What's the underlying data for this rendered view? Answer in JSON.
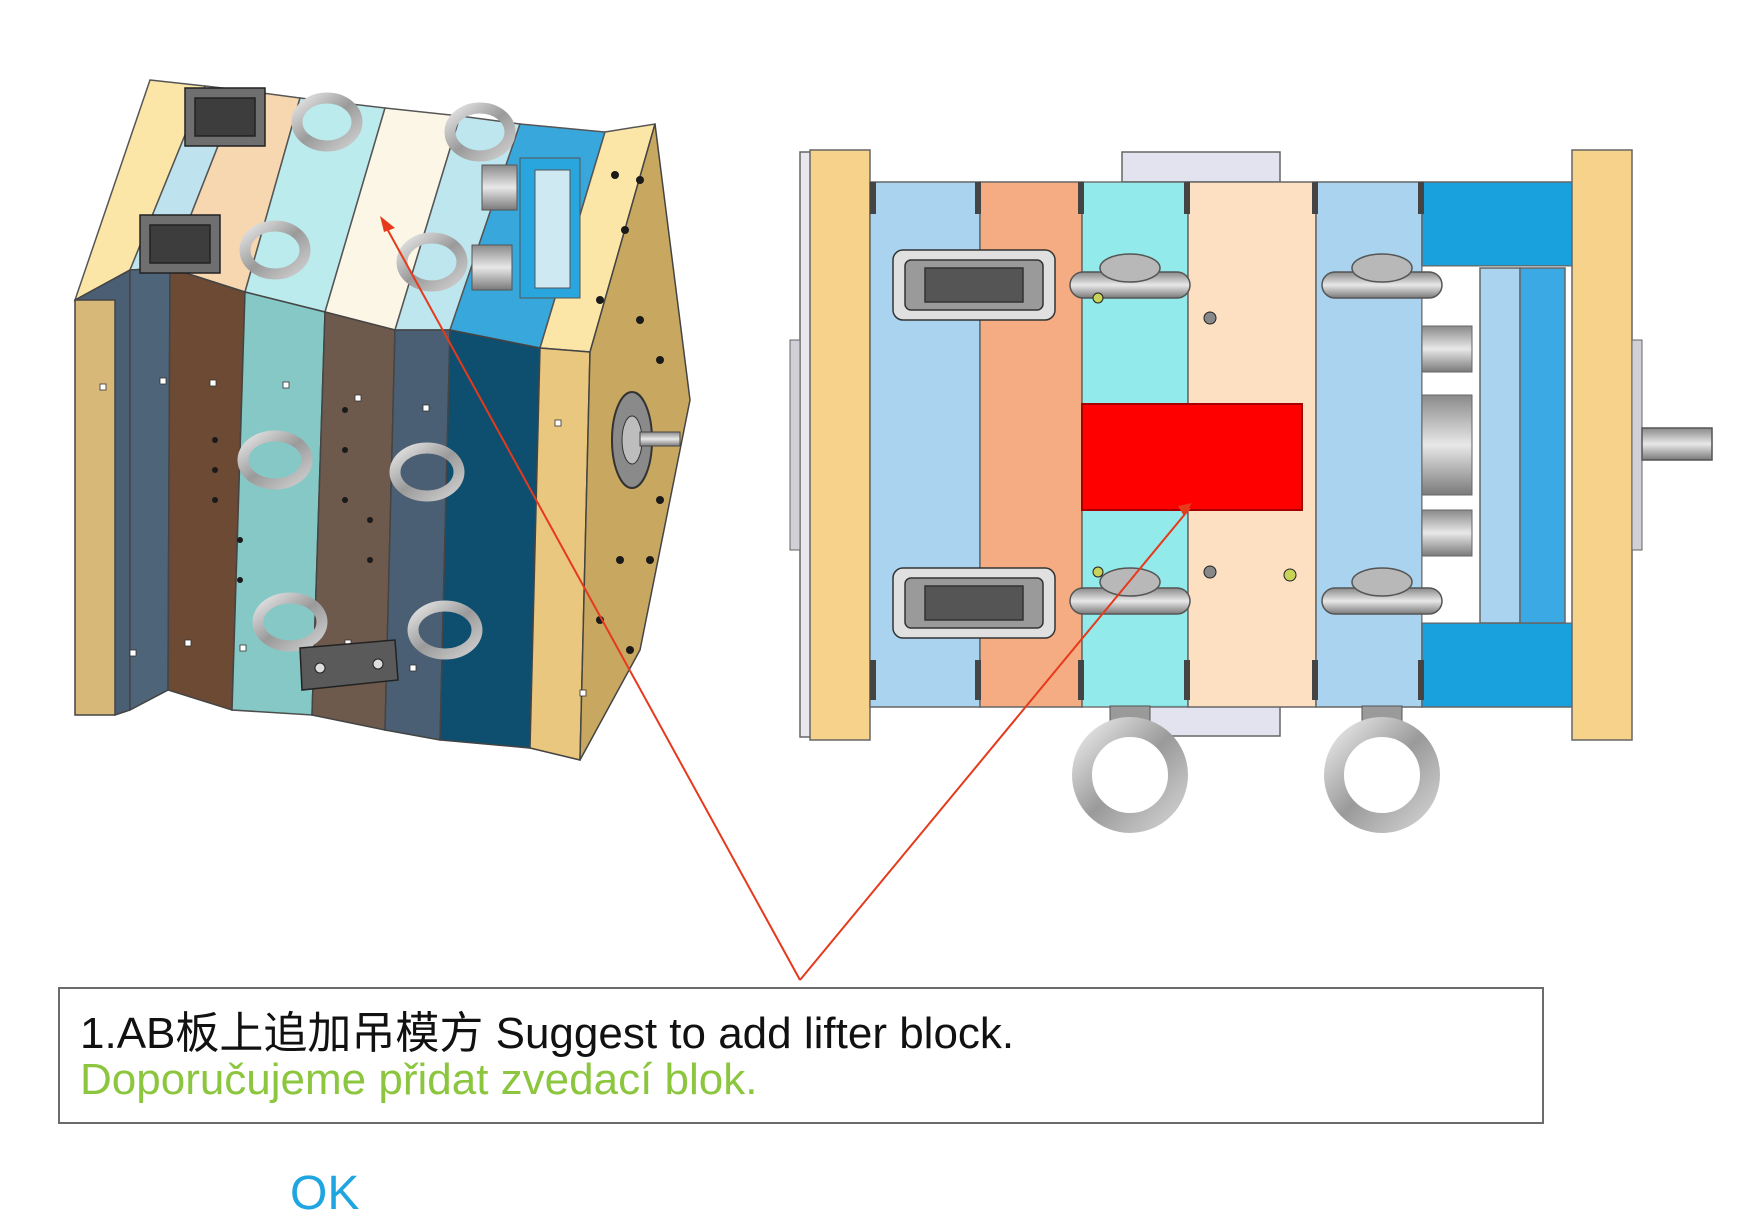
{
  "note": {
    "line1": "1.AB板上追加吊模方  Suggest to add lifter block.",
    "line2": "Doporučujeme přidat zvedací blok."
  },
  "status": "OK",
  "colors": {
    "annotation_line": "#e53a1c",
    "highlight_block": "#ff0000",
    "note_text": "#111111",
    "translation_text": "#8cc63f",
    "status_text": "#1fa6e0"
  }
}
